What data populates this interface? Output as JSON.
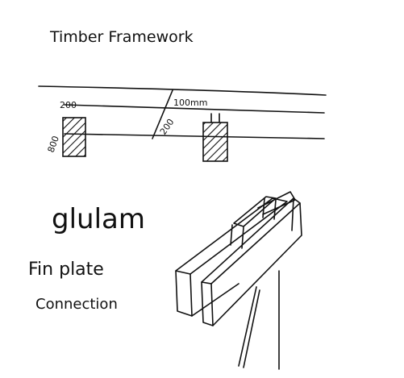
{
  "diagram": {
    "title": "Timber Framework",
    "dimensions": {
      "top_left": "200",
      "side": "800",
      "span": "100mm",
      "diagonal": "200"
    },
    "caption": {
      "line1": "glulam",
      "line2": "Fin plate",
      "line3": "Connection"
    },
    "ink_color": "#111111",
    "paper_color": "#ffffff"
  }
}
